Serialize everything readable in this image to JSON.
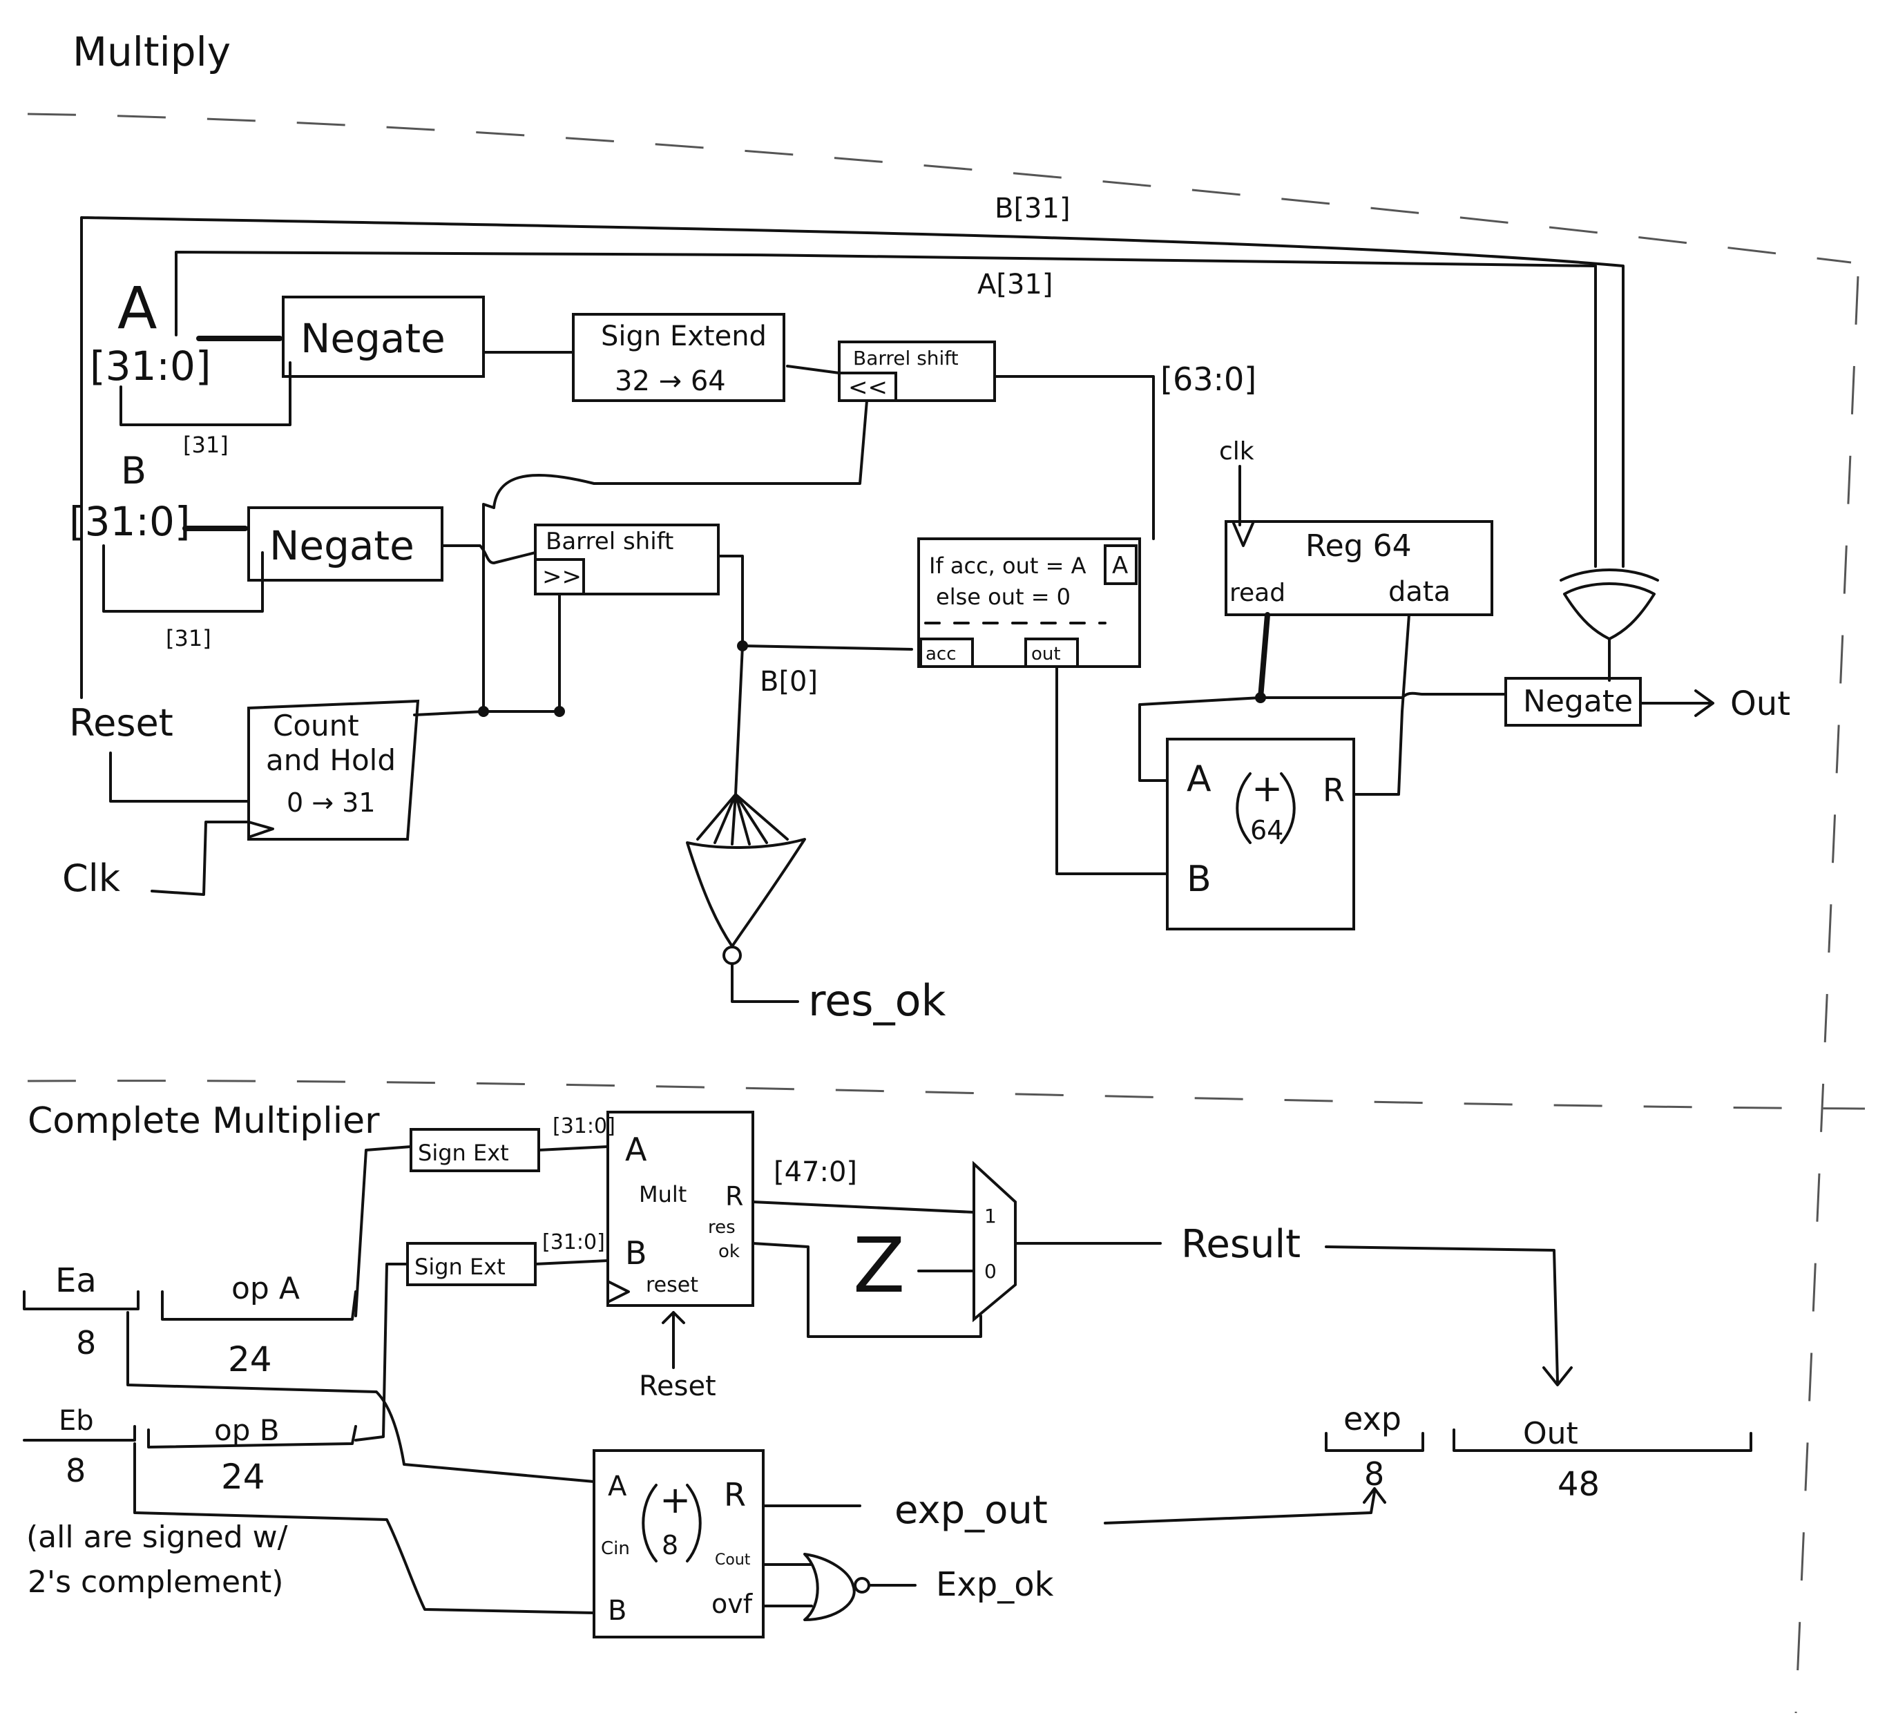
{
  "titles": {
    "multiply": "Multiply",
    "complete": "Complete Multiplier"
  },
  "top": {
    "a_label": "A",
    "a_bits": "[31:0]",
    "a31_tap": "[31]",
    "b_label": "B",
    "b_bits": "[31:0]",
    "b31_tap": "[31]",
    "negate": "Negate",
    "sign_extend_1": "Sign Extend",
    "sign_extend_2": "32 → 64",
    "barrel_shift_left": "Barrel shift",
    "barrel_left_op": "<<",
    "barrel_shift_right": "Barrel shift",
    "barrel_right_op": ">>",
    "bus_63_0": "[63:0]",
    "b31_wire": "B[31]",
    "a31_wire": "A[31]",
    "mux_line1": "If acc, out = A",
    "mux_line2": "else  out = 0",
    "mux_in_a": "A",
    "mux_acc": "acc",
    "mux_out": "out",
    "b0": "B[0]",
    "res_ok": "res_ok",
    "reset": "Reset",
    "clk": "Clk",
    "count_1": "Count",
    "count_2": "and Hold",
    "count_3": "0 → 31",
    "clk_small": "clk",
    "reg_title": "Reg 64",
    "reg_read": "read",
    "reg_data": "data",
    "adder_a": "A",
    "adder_b": "B",
    "adder_r": "R",
    "adder_plus": "+",
    "adder_width": "64",
    "negate_out": "Negate",
    "out": "Out"
  },
  "bottom": {
    "ea": "Ea",
    "ea_width": "8",
    "opa": "op A",
    "opa_width": "24",
    "eb": "Eb",
    "eb_width": "8",
    "opb": "op B",
    "opb_width": "24",
    "note_1": "(all are signed w/",
    "note_2": "2's complement)",
    "sign_ext_a": "Sign Ext",
    "sign_ext_b": "Sign Ext",
    "bits_a": "[31:0]",
    "bits_b": "[31:0]",
    "mult_a": "A",
    "mult_b": "B",
    "mult_name": "Mult",
    "mult_r": "R",
    "mult_resok_1": "res",
    "mult_resok_2": "ok",
    "mult_reset_pin": "reset",
    "reset": "Reset",
    "bits_47_0": "[47:0]",
    "z": "Z",
    "mux_1": "1",
    "mux_0": "0",
    "result": "Result",
    "exp_adder_a": "A",
    "exp_adder_b": "B",
    "exp_adder_cin": "Cin",
    "exp_adder_r": "R",
    "exp_adder_cout": "Cout",
    "exp_adder_ovf": "ovf",
    "exp_adder_plus": "+",
    "exp_adder_width": "8",
    "exp_out": "exp_out",
    "exp_ok": "Exp_ok",
    "exp_field": "exp",
    "exp_field_width": "8",
    "out_field": "Out",
    "out_field_width": "48"
  }
}
